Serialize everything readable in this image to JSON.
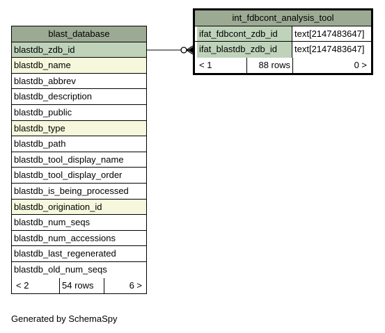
{
  "tables": {
    "blast_database": {
      "title": "blast_database",
      "columns": [
        {
          "name": "blastdb_zdb_id",
          "kind": "key"
        },
        {
          "name": "blastdb_name",
          "kind": "idx"
        },
        {
          "name": "blastdb_abbrev",
          "kind": "plain"
        },
        {
          "name": "blastdb_description",
          "kind": "plain"
        },
        {
          "name": "blastdb_public",
          "kind": "plain"
        },
        {
          "name": "blastdb_type",
          "kind": "idx"
        },
        {
          "name": "blastdb_path",
          "kind": "plain"
        },
        {
          "name": "blastdb_tool_display_name",
          "kind": "plain"
        },
        {
          "name": "blastdb_tool_display_order",
          "kind": "plain"
        },
        {
          "name": "blastdb_is_being_processed",
          "kind": "plain"
        },
        {
          "name": "blastdb_origination_id",
          "kind": "idx"
        },
        {
          "name": "blastdb_num_seqs",
          "kind": "plain"
        },
        {
          "name": "blastdb_num_accessions",
          "kind": "plain"
        },
        {
          "name": "blastdb_last_regenerated",
          "kind": "plain"
        },
        {
          "name": "blastdb_old_num_seqs",
          "kind": "plain"
        }
      ],
      "footer": {
        "parents": "< 2",
        "rows": "54 rows",
        "children": "6 >"
      }
    },
    "int_fdbcont_analysis_tool": {
      "title": "int_fdbcont_analysis_tool",
      "columns": [
        {
          "name": "ifat_fdbcont_zdb_id",
          "type": "text[2147483647]",
          "kind": "key"
        },
        {
          "name": "ifat_blastdb_zdb_id",
          "type": "text[2147483647]",
          "kind": "key"
        }
      ],
      "footer": {
        "parents": "< 1",
        "rows": "88 rows",
        "children": "0 >"
      }
    }
  },
  "colors": {
    "header": "#9caa94",
    "key_column": "#bfd3bb",
    "indexed_column": "#f5f8dc",
    "plain_column": "#ffffff",
    "border": "#000000"
  },
  "caption": "Generated by SchemaSpy"
}
